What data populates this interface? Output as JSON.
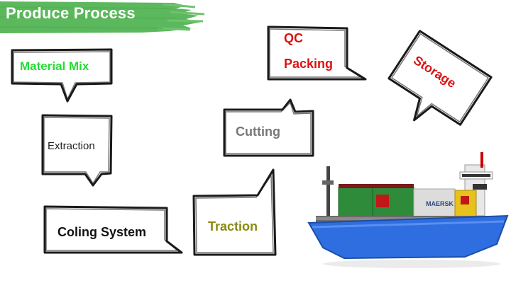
{
  "banner": {
    "title": "Produce Process",
    "color": "#5cb85c"
  },
  "steps": [
    {
      "label": "Material Mix",
      "color": "#22dd33"
    },
    {
      "label": "Extraction",
      "color": "#222222"
    },
    {
      "label": "Coling System",
      "color": "#111111"
    },
    {
      "label": "Traction",
      "color": "#8a8a10"
    },
    {
      "label": "Cutting",
      "color": "#777777"
    },
    {
      "label": "QC",
      "color": "#dd1111"
    },
    {
      "label": "Packing",
      "color": "#dd1111"
    },
    {
      "label": "Storage",
      "color": "#dd1111"
    }
  ],
  "image": {
    "icon": "container-ship-icon",
    "brand_text": "MAERSK"
  }
}
